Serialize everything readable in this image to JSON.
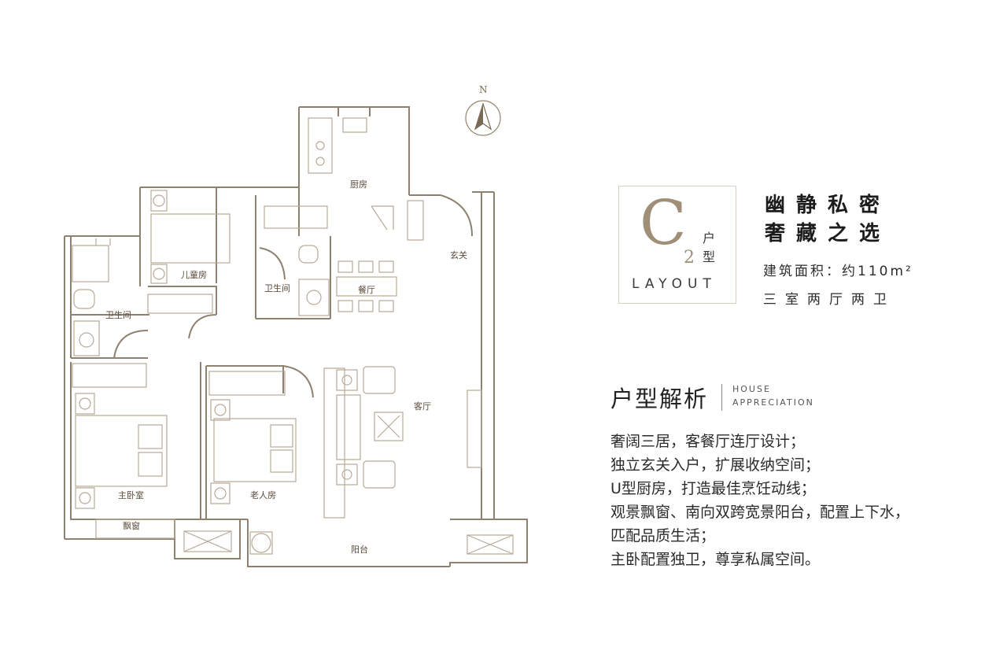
{
  "compass": {
    "label": "N"
  },
  "rooms": {
    "kitchen": "厨房",
    "children_room": "儿童房",
    "bathroom_mid": "卫生间",
    "bathroom_left": "卫生间",
    "dining": "餐厅",
    "entrance": "玄关",
    "living": "客厅",
    "master_bedroom": "主卧室",
    "elder_room": "老人房",
    "bay_window": "飘窗",
    "balcony": "阳台"
  },
  "badge": {
    "letter": "C",
    "number": "2",
    "word_1": "户",
    "word_2": "型",
    "layout": "LAYOUT"
  },
  "slogan": {
    "line1": "幽静私密",
    "line2": "奢藏之选"
  },
  "specs": {
    "area": "建筑面积：约110m²",
    "rooms": "三室两厅两卫"
  },
  "analysis": {
    "title": "户型解析",
    "title_en_1": "HOUSE",
    "title_en_2": "APPRECIATION",
    "features": [
      "奢阔三居，客餐厅连厅设计；",
      "独立玄关入户，扩展收纳空间；",
      "U型厨房，打造最佳烹饪动线；",
      "观景飘窗、南向双跨宽景阳台，配置上下水，",
      "匹配品质生活；",
      "主卧配置独卫，尊享私属空间。"
    ]
  },
  "colors": {
    "wall": "#8f8170",
    "wall_fill": "#ffffff",
    "accent": "#a08f77",
    "text": "#2b2b2b"
  }
}
